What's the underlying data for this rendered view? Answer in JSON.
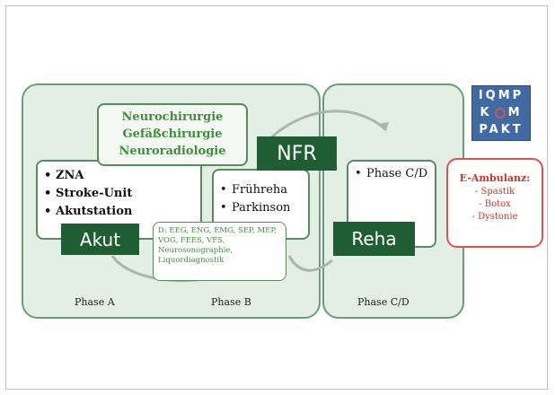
{
  "neuro_box": [
    "Neurochirurgie",
    "Gefäßchirurgie",
    "Neuroradiologie"
  ],
  "akut_items": [
    "ZNA",
    "Stroke-Unit",
    "Akutstation"
  ],
  "nfr_items": [
    "Frühreha",
    "Parkinson"
  ],
  "reha_items": [
    "Phase C/D"
  ],
  "labels": {
    "akut": "Akut",
    "nfr": "NFR",
    "reha": "Reha"
  },
  "diagnostics": "D: EEG, ENG, EMG, SEP, MEP, VOG, FEES, VFS, Neurosonographie, Liquordiagnostik",
  "phases": {
    "a": "Phase A",
    "b": "Phase B",
    "cd": "Phase C/D"
  },
  "logo": {
    "row1": "IQMP",
    "row2a": "K",
    "row2b": "O",
    "row2c": "M",
    "row3": "PAKT"
  },
  "ambulanz": {
    "title": "E-Ambulanz:",
    "items": [
      "- Spastik",
      "- Botox",
      "- Dystonie"
    ]
  },
  "colors": {
    "panel": "#e3eee5",
    "border": "#6a9e73",
    "dark_green": "#1f5e32",
    "text_green": "#3f8f3a",
    "logo_blue": "#3f6aa3",
    "ambulanz_red": "#c0392b"
  }
}
